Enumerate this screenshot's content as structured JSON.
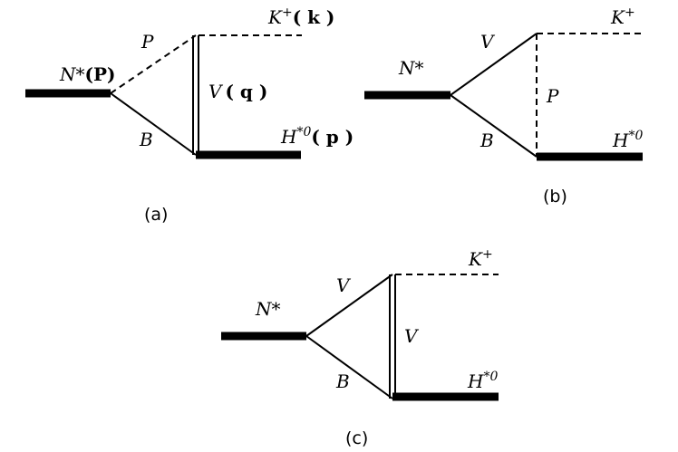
{
  "diagrams": [
    {
      "caption": "(a)",
      "incoming": "N*",
      "incoming_momentum": "(P)",
      "upper_line": "P",
      "lower_line": "B",
      "exchange_line": "V",
      "exchange_momentum": "( q )",
      "out_upper_base": "K",
      "out_upper_sup": "+",
      "out_upper_momentum": "( k )",
      "out_lower_base": "H",
      "out_lower_sup": "*0",
      "out_lower_momentum": "( p )"
    },
    {
      "caption": "(b)",
      "incoming": "N*",
      "upper_line": "V",
      "lower_line": "B",
      "exchange_line": "P",
      "out_upper_base": "K",
      "out_upper_sup": "+",
      "out_lower_base": "H",
      "out_lower_sup": "*0"
    },
    {
      "caption": "(c)",
      "incoming": "N*",
      "upper_line": "V",
      "lower_line": "B",
      "exchange_line": "V",
      "out_upper_base": "K",
      "out_upper_sup": "+",
      "out_lower_base": "H",
      "out_lower_sup": "*0"
    }
  ]
}
